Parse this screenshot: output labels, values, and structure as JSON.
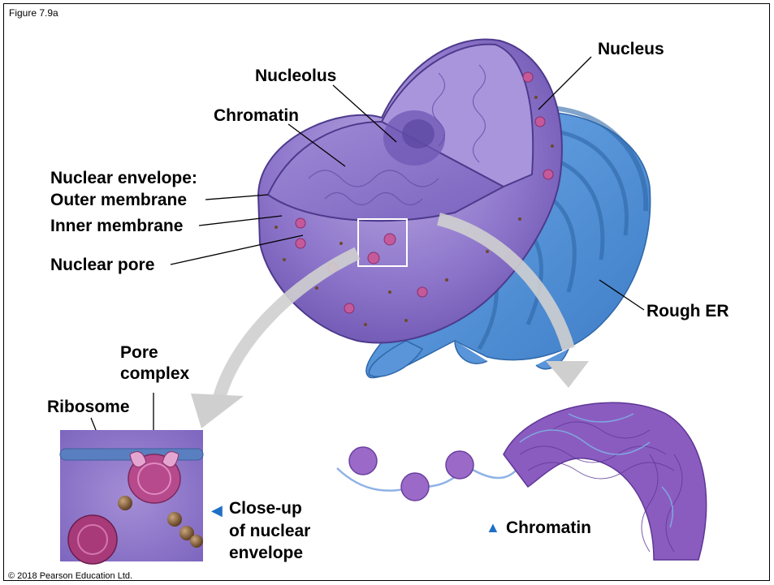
{
  "figure_id": "Figure 7.9a",
  "copyright": "© 2018 Pearson Education Ltd.",
  "labels": {
    "nucleus": "Nucleus",
    "nucleolus": "Nucleolus",
    "chromatin_top": "Chromatin",
    "nuclear_envelope": "Nuclear envelope:",
    "outer_membrane": "Outer membrane",
    "inner_membrane": "Inner membrane",
    "nuclear_pore": "Nuclear pore",
    "rough_er": "Rough ER",
    "pore_complex_1": "Pore",
    "pore_complex_2": "complex",
    "ribosome": "Ribosome",
    "closeup_1": "Close-up",
    "closeup_2": "of nuclear",
    "closeup_3": "envelope",
    "chromatin_bottom": "Chromatin"
  },
  "colors": {
    "nucleus_purple": "#8a72c8",
    "er_blue": "#4f8fd6",
    "pore_pink": "#c45a9a",
    "arrow_grey": "#cfcfcf",
    "marker_blue": "#1f6fc4"
  },
  "icons": {
    "left_marker": "triangle-left-icon",
    "up_marker": "triangle-up-icon"
  }
}
